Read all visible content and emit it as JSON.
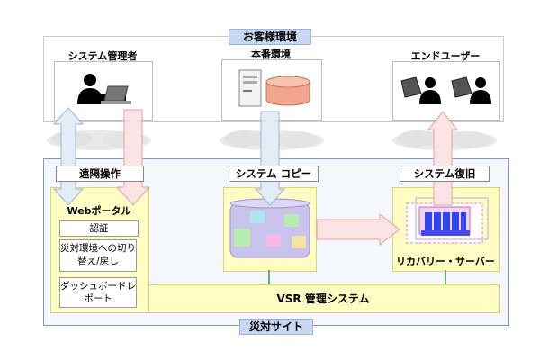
{
  "customer": {
    "title": "お客様環境",
    "admin_label": "システム管理者",
    "prod_label": "本番環境",
    "enduser_label": "エンドユーザー"
  },
  "dr": {
    "title": "災対サイト",
    "remote_label": "遠隔操作",
    "copy_label": "システム コピー",
    "restore_label": "システム復旧",
    "portal_title": "Webポータル",
    "portal_items": [
      "認証",
      "災対環境への切り替え/戻し",
      "ダッシュボードレポート"
    ],
    "recovery_label": "リカバリー・サーバー",
    "vsr_label": "VSR 管理システム"
  },
  "colors": {
    "tab_bg": "#c8d7f2",
    "yellow_bg": "#fffcc4",
    "arrow_blue": "#e3ecf7",
    "arrow_pink": "#fde4e4",
    "db_orange": "#f2a58d",
    "cluster_bg": "#c9c3ec"
  }
}
